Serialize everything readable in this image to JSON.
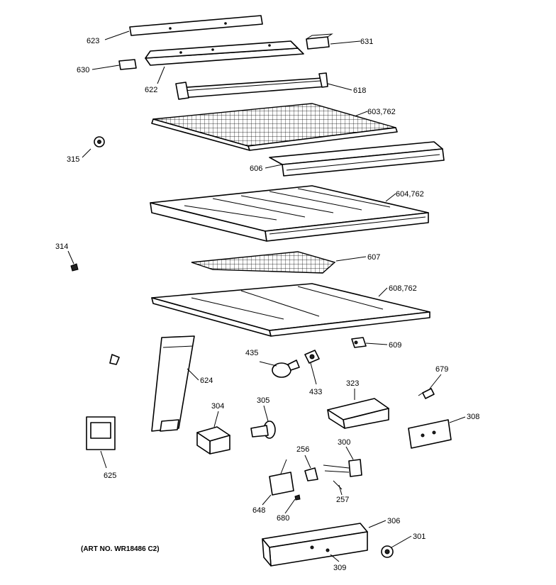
{
  "art_number": "(ART NO. WR18486 C2)",
  "labels": {
    "p623": "623",
    "p631": "631",
    "p630": "630",
    "p622": "622",
    "p618": "618",
    "p603": "603,762",
    "p315": "315",
    "p606": "606",
    "p604": "604,762",
    "p314": "314",
    "p607": "607",
    "p608": "608,762",
    "p609": "609",
    "p435": "435",
    "p433": "433",
    "p624": "624",
    "p679": "679",
    "p323": "323",
    "p304": "304",
    "p305": "305",
    "p308": "308",
    "p625": "625",
    "p256": "256",
    "p300": "300",
    "p648": "648",
    "p257": "257",
    "p680": "680",
    "p306": "306",
    "p301": "301",
    "p309": "309"
  }
}
